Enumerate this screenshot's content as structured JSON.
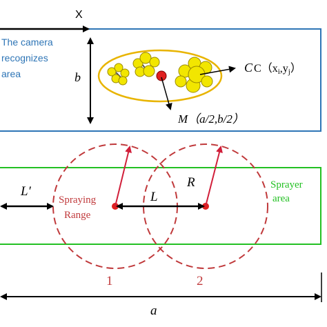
{
  "axis_x_label": "X",
  "camera_area": {
    "label_lines": [
      "The camera",
      "recognizes",
      "area"
    ],
    "height_label": "b",
    "label_color": "#2e75b6",
    "border_color": "#2e75b6"
  },
  "weed_labels": {
    "centroid": "C（x",
    "centroid_i": "i",
    "centroid_sep": ",y",
    "centroid_j": "j",
    "centroid_close": "）",
    "midpoint": "M（a/2,b/2）"
  },
  "sprayer_area": {
    "label_lines": [
      "Sprayer",
      "area"
    ],
    "border_color": "#22c022"
  },
  "spray": {
    "range_lines": [
      "Spraying",
      "Range"
    ],
    "radius_label": "R",
    "distance_label": "L",
    "offset_label": "L′",
    "nozzle_numbers": [
      "1",
      "2"
    ],
    "circle_color": "#c0393b"
  },
  "width_label": "a",
  "colors": {
    "weed_fill": "#f2e600",
    "ellipse": "#e8b400",
    "red_point": "#e02020",
    "arrow": "#d11f3a"
  }
}
